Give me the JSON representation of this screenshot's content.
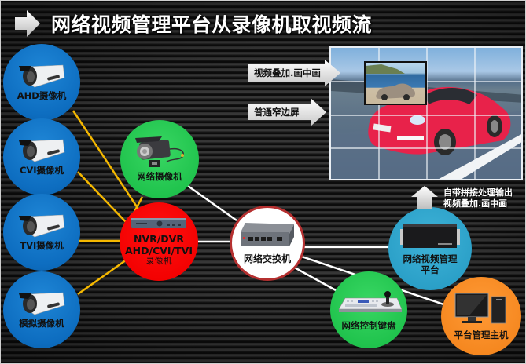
{
  "title": {
    "text": "网络视频管理平台从录像机取视频流",
    "icon": "arrow-right-icon"
  },
  "analog_cameras": [
    {
      "label": "AHD摄像机",
      "icon": "bullet-camera-icon",
      "color": "#0d6dc0"
    },
    {
      "label": "CVI摄像机",
      "icon": "bullet-camera-icon",
      "color": "#0d6dc0"
    },
    {
      "label": "TVI摄像机",
      "icon": "bullet-camera-icon",
      "color": "#0d6dc0"
    },
    {
      "label": "模拟摄像机",
      "icon": "bullet-camera-icon",
      "color": "#0d6dc0"
    }
  ],
  "network_camera": {
    "label": "网络摄像机",
    "icon": "ip-camera-icon",
    "color": "#1fc24c"
  },
  "recorder": {
    "line1": "NVR/DVR",
    "line2": "AHD/CVI/TVI",
    "line3": "录像机",
    "icon": "dvr-recorder-icon",
    "color": "#f20000"
  },
  "switch": {
    "label": "网络交换机",
    "icon": "network-switch-icon",
    "border_color": "#b53030"
  },
  "platform": {
    "line1": "网络视频管理",
    "line2": "平台",
    "icon": "rack-server-icon",
    "color": "#2a9fc7"
  },
  "keyboard": {
    "label": "网络控制键盘",
    "icon": "control-keyboard-icon",
    "color": "#1fc24c"
  },
  "host": {
    "label": "平台管理主机",
    "icon": "desktop-pc-icon",
    "color": "#f5871f"
  },
  "display": {
    "callouts": [
      {
        "label": "视频叠加.画中画"
      },
      {
        "label": "普通窄边屏"
      }
    ],
    "grid": {
      "rows": 4,
      "cols": 4
    },
    "output_note": {
      "line1": "自带拼接处理输出",
      "line2": "视频叠加.画中画",
      "icon": "arrow-up-icon"
    }
  },
  "links": {
    "analog_color": "#f5b800",
    "network_color": "#ffffff"
  }
}
